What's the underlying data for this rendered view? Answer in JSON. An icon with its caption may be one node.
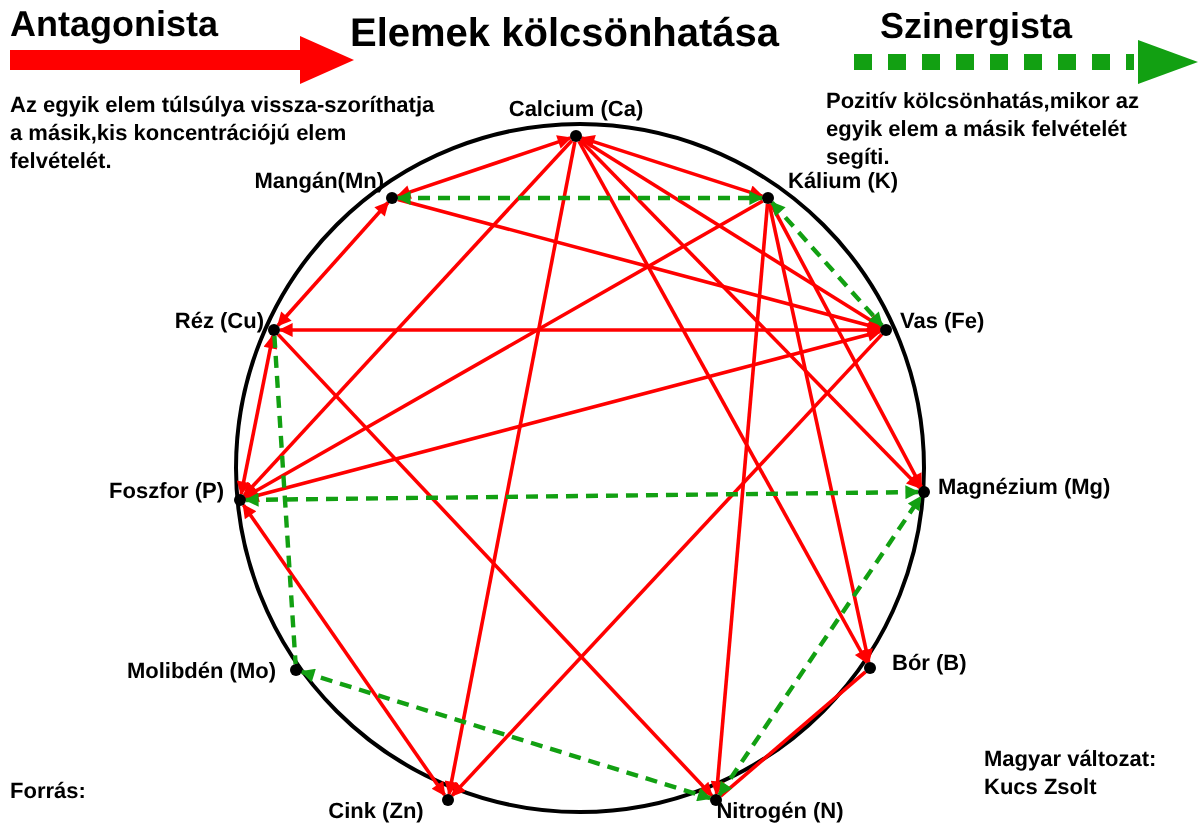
{
  "diagram": {
    "title": "Elemek kölcsönhatása",
    "nodes": [
      {
        "text": [],
        "shape": "circle",
        "beside": [
          "Calcium (Ca)"
        ]
      },
      {
        "text": [],
        "shape": "circle",
        "beside": [
          "Mangán(Mn)"
        ]
      },
      {
        "text": [],
        "shape": "circle",
        "beside": [
          "Kálium (K)"
        ]
      },
      {
        "text": [],
        "shape": "circle",
        "beside": [
          "Réz (Cu)"
        ]
      },
      {
        "text": [],
        "shape": "circle",
        "beside": [
          "Vas (Fe)"
        ]
      },
      {
        "text": [],
        "shape": "circle",
        "beside": [
          "Foszfor (P)"
        ]
      },
      {
        "text": [],
        "shape": "circle",
        "beside": [
          "Magnézium (Mg)"
        ]
      },
      {
        "text": [],
        "shape": "circle",
        "beside": [
          "Molibdén (Mo)"
        ]
      },
      {
        "text": [],
        "shape": "circle",
        "beside": [
          "Bór (B)"
        ]
      },
      {
        "text": [],
        "shape": "circle",
        "beside": [
          "Cink (Zn)"
        ]
      },
      {
        "text": [],
        "shape": "circle",
        "beside": [
          "Nitrogén (N)"
        ]
      }
    ],
    "edges": [
      {
        "from": 0,
        "to": 1,
        "arrow": "both"
      },
      {
        "from": 0,
        "to": 2,
        "arrow": "both"
      },
      {
        "from": 0,
        "to": 4,
        "arrow": "to"
      },
      {
        "from": 0,
        "to": 6,
        "arrow": "to"
      },
      {
        "from": 0,
        "to": 8,
        "arrow": "to"
      },
      {
        "from": 0,
        "to": 9,
        "arrow": "to"
      },
      {
        "from": 0,
        "to": 5,
        "arrow": "to"
      },
      {
        "from": 1,
        "to": 4,
        "arrow": "to"
      },
      {
        "from": 1,
        "to": 3,
        "arrow": "both"
      },
      {
        "from": 2,
        "to": 10,
        "arrow": "to"
      },
      {
        "from": 2,
        "to": 8,
        "arrow": "to"
      },
      {
        "from": 2,
        "to": 5,
        "arrow": "to"
      },
      {
        "from": 2,
        "to": 6,
        "arrow": "to"
      },
      {
        "from": 4,
        "to": 3,
        "arrow": "both"
      },
      {
        "from": 4,
        "to": 5,
        "arrow": "both"
      },
      {
        "from": 4,
        "to": 9,
        "arrow": "to"
      },
      {
        "from": 3,
        "to": 10,
        "arrow": "to"
      },
      {
        "from": 3,
        "to": 5,
        "arrow": "both"
      },
      {
        "from": 5,
        "to": 9,
        "arrow": "both"
      },
      {
        "from": 10,
        "to": 8,
        "arrow": "none"
      },
      {
        "from": 1,
        "to": 2,
        "arrow": "both",
        "style": "dashed",
        "color": "#12a012"
      },
      {
        "from": 2,
        "to": 4,
        "arrow": "both",
        "style": "dashed",
        "color": "#12a012"
      },
      {
        "from": 5,
        "to": 6,
        "arrow": "both",
        "style": "dashed",
        "color": "#12a012"
      },
      {
        "from": 3,
        "to": 7,
        "arrow": "none",
        "style": "dashed",
        "color": "#12a012"
      },
      {
        "from": 7,
        "to": 10,
        "arrow": "both",
        "style": "dashed",
        "color": "#12a012"
      },
      {
        "from": 10,
        "to": 6,
        "arrow": "both",
        "style": "dashed",
        "color": "#12a012"
      }
    ],
    "labels": [
      "Az egyik elem túlsúlya vissza-szoríthatja a másik,kis koncentrációjú elem felvételét.",
      "Pozitív kölcsönhatás,mikor az egyik elem a másik felvételét segíti.",
      "Forrás:",
      "Magyar változat:",
      "Kucs Zsolt"
    ],
    "legend": [
      {
        "text": "Antagonista"
      },
      {
        "text": "Szinergista"
      }
    ]
  }
}
